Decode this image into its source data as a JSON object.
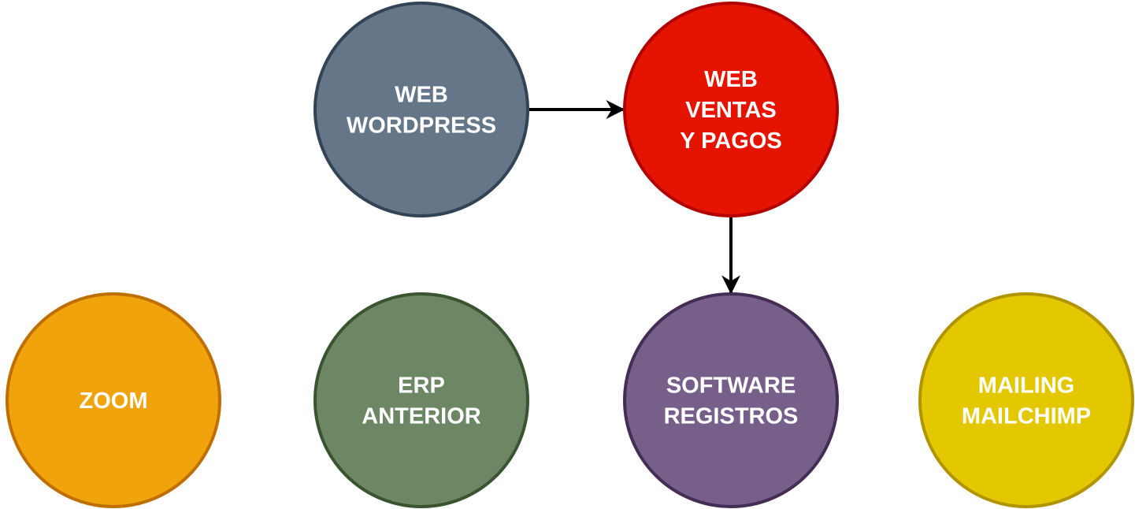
{
  "nodes": [
    {
      "id": "web-wordpress",
      "lines": [
        "WEB",
        "WORDPRESS"
      ],
      "fill": "#647687",
      "stroke": "#314354"
    },
    {
      "id": "web-ventas",
      "lines": [
        "WEB",
        "VENTAS",
        "Y PAGOS"
      ],
      "fill": "#e51400",
      "stroke": "#b20000"
    },
    {
      "id": "zoom",
      "lines": [
        "ZOOM"
      ],
      "fill": "#f0a30a",
      "stroke": "#bd7000"
    },
    {
      "id": "erp-anterior",
      "lines": [
        "ERP",
        "ANTERIOR"
      ],
      "fill": "#6d8764",
      "stroke": "#3a5431"
    },
    {
      "id": "software-registros",
      "lines": [
        "SOFTWARE",
        "REGISTROS"
      ],
      "fill": "#76608a",
      "stroke": "#432d57"
    },
    {
      "id": "mailing-mailchimp",
      "lines": [
        "MAILING",
        "MAILCHIMP"
      ],
      "fill": "#e3c800",
      "stroke": "#b09500"
    }
  ],
  "edges": [
    {
      "from": "web-wordpress",
      "to": "web-ventas"
    },
    {
      "from": "web-ventas",
      "to": "software-registros"
    }
  ]
}
